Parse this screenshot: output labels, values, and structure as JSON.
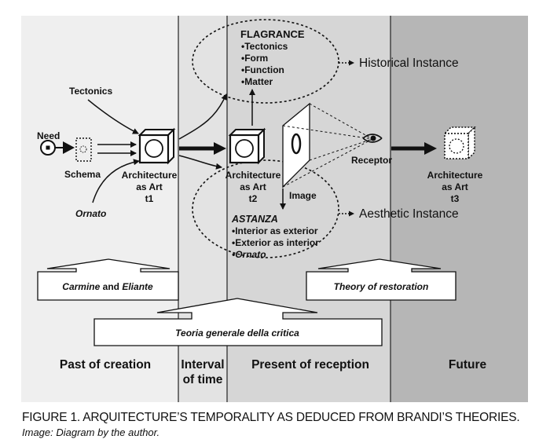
{
  "zones": {
    "past": "Past of creation",
    "interval_line1": "Interval",
    "interval_line2": "of time",
    "present": "Present of reception",
    "future": "Future"
  },
  "left": {
    "tectonics": "Tectonics",
    "need": "Need",
    "schema": "Schema",
    "ornato": "Ornato"
  },
  "objects": {
    "t1": {
      "line1": "Architecture",
      "line2": "as Art",
      "line3": "t1"
    },
    "t2": {
      "line1": "Architecture",
      "line2": "as Art",
      "line3": "t2"
    },
    "t3": {
      "line1": "Architecture",
      "line2": "as Art",
      "line3": "t3"
    }
  },
  "flagrance": {
    "title": "FLAGRANCE",
    "items": [
      "•Tectonics",
      "•Form",
      "•Function",
      "•Matter"
    ]
  },
  "astanza": {
    "title": "ASTANZA",
    "items": [
      "•Interior as exterior",
      "•Exterior as interior",
      "•Ornato"
    ]
  },
  "instances": {
    "historical": "Historical Instance",
    "aesthetic": "Aesthetic Instance"
  },
  "viewer": {
    "image": "Image",
    "receptor": "Receptor"
  },
  "boxes": {
    "carmine_a": "Carmine",
    "carmine_b": " and ",
    "carmine_c": "Eliante",
    "theory": "Theory of restoration",
    "teoria": "Teoria generale della critica"
  },
  "caption": {
    "title": "FIGURE 1. ARQUITECTURE’S TEMPORALITY AS DEDUCED FROM BRANDI’S THEORIES.",
    "credit": "Image: Diagram by the author."
  },
  "colors": {
    "past_bg": "#efefef",
    "present_bg": "#d6d6d6",
    "future_bg": "#b6b6b6",
    "ink": "#111111"
  }
}
